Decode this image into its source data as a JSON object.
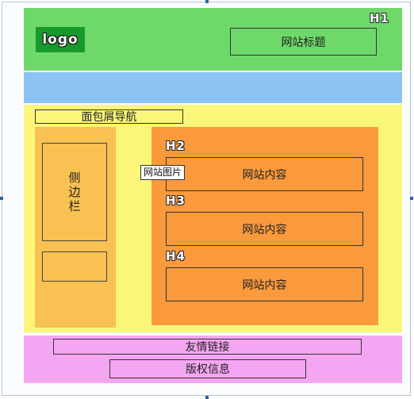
{
  "header": {
    "heading_tag": "H1",
    "logo_text": "logo",
    "site_title": "网站标题"
  },
  "breadcrumb": {
    "label": "面包屑导航"
  },
  "sidebar": {
    "label": "侧边栏"
  },
  "content": {
    "image_label": "网站图片",
    "sections": [
      {
        "heading_tag": "H2",
        "label": "网站内容"
      },
      {
        "heading_tag": "H3",
        "label": "网站内容"
      },
      {
        "heading_tag": "H4",
        "label": "网站内容"
      }
    ]
  },
  "footer": {
    "links_label": "友情链接",
    "copyright_label": "版权信息"
  },
  "colors": {
    "header": "#6fd86a",
    "nav": "#8cc3f3",
    "main": "#fbf67a",
    "sidebar": "#f9c152",
    "content": "#fb9a3c",
    "footer": "#f5a6f2"
  }
}
